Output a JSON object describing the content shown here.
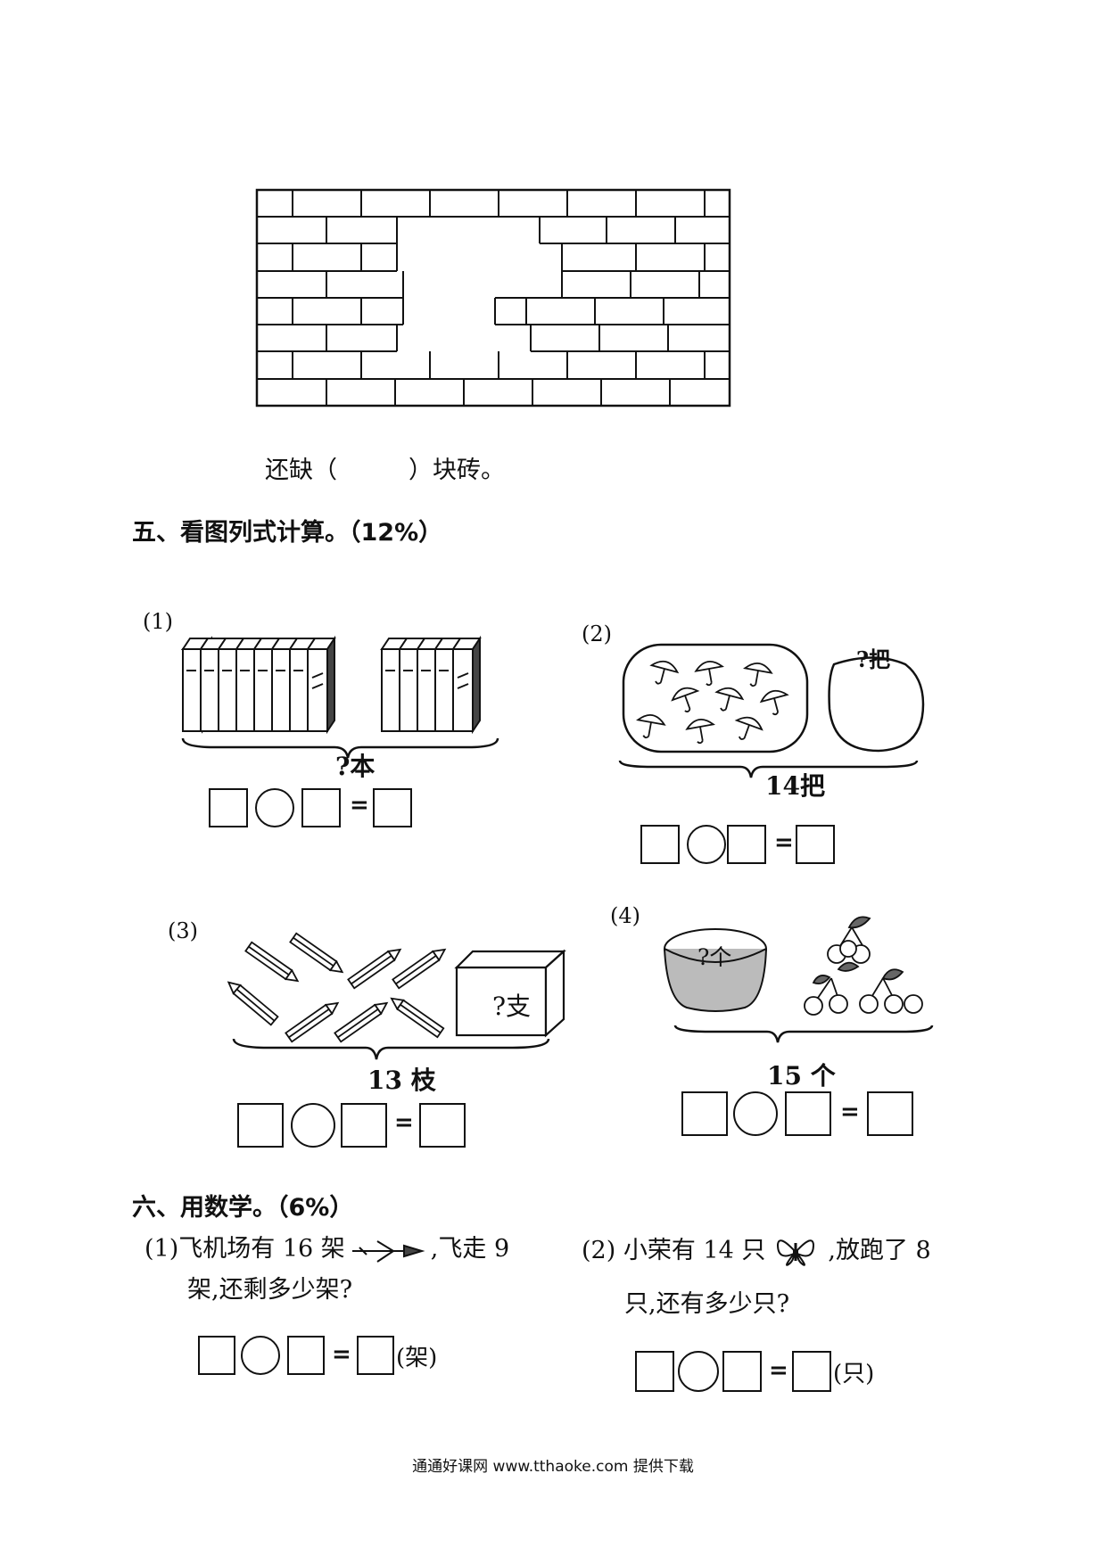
{
  "brick_question": {
    "before": "还缺（",
    "after": "）块砖。"
  },
  "section5": {
    "title": "五、看图列式计算。（12%）",
    "p1": {
      "num": "(1)",
      "label": "?本"
    },
    "p2": {
      "num": "(2)",
      "unknown": "?把",
      "total": "14把"
    },
    "p3": {
      "num": "(3)",
      "unknown": "?支",
      "total": "13 枝"
    },
    "p4": {
      "num": "(4)",
      "unknown": "?个",
      "total": "15 个"
    }
  },
  "section6": {
    "title": "六、用数学。（6%）",
    "q1": {
      "line1a": "(1)飞机场有 16 架",
      "line1b": ",飞走 9",
      "line2": "架,还剩多少架?",
      "unit": "(架)"
    },
    "q2": {
      "line1a": "(2) 小荣有 14 只",
      "line1b": ",放跑了 8",
      "line2": "只,还有多少只?",
      "unit": "(只)"
    }
  },
  "equals": "=",
  "footer": "通通好课网  www.tthaoke.com  提供下载"
}
